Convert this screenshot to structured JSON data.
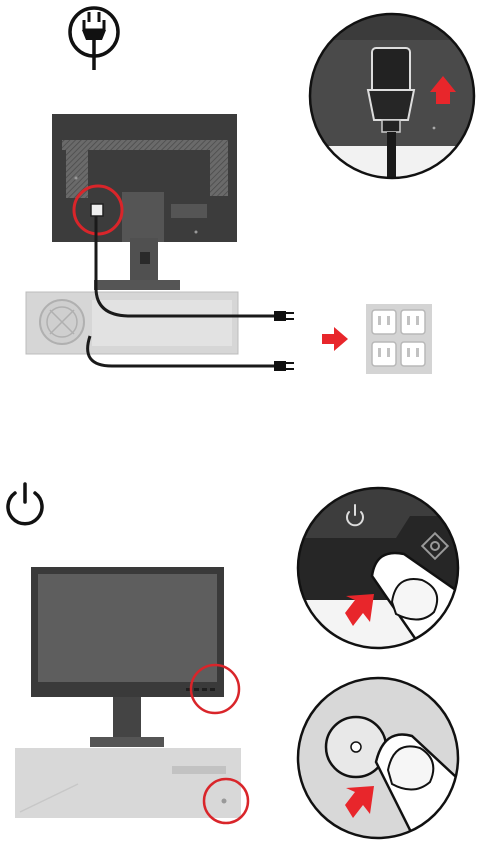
{
  "page": {
    "kind": "setup-illustration",
    "panels": 2
  },
  "step_power_cable": {
    "icon": "power-plug-icon",
    "monitor_view": "rear",
    "callout": "power-port-closeup",
    "arrow_color": "#e8262b",
    "outlet": "wall-outlet"
  },
  "step_power_on": {
    "icon": "power-symbol-icon",
    "monitor_view": "front",
    "callouts": [
      "monitor-power-button-closeup",
      "computer-power-button-closeup"
    ],
    "arrow_color": "#e8262b"
  },
  "colors": {
    "accent_red": "#e8262b",
    "circle_red": "#d9252a",
    "dark_gray": "#3a3a3a",
    "mid_gray": "#8c8c8c",
    "light_gray": "#d4d4d4"
  }
}
